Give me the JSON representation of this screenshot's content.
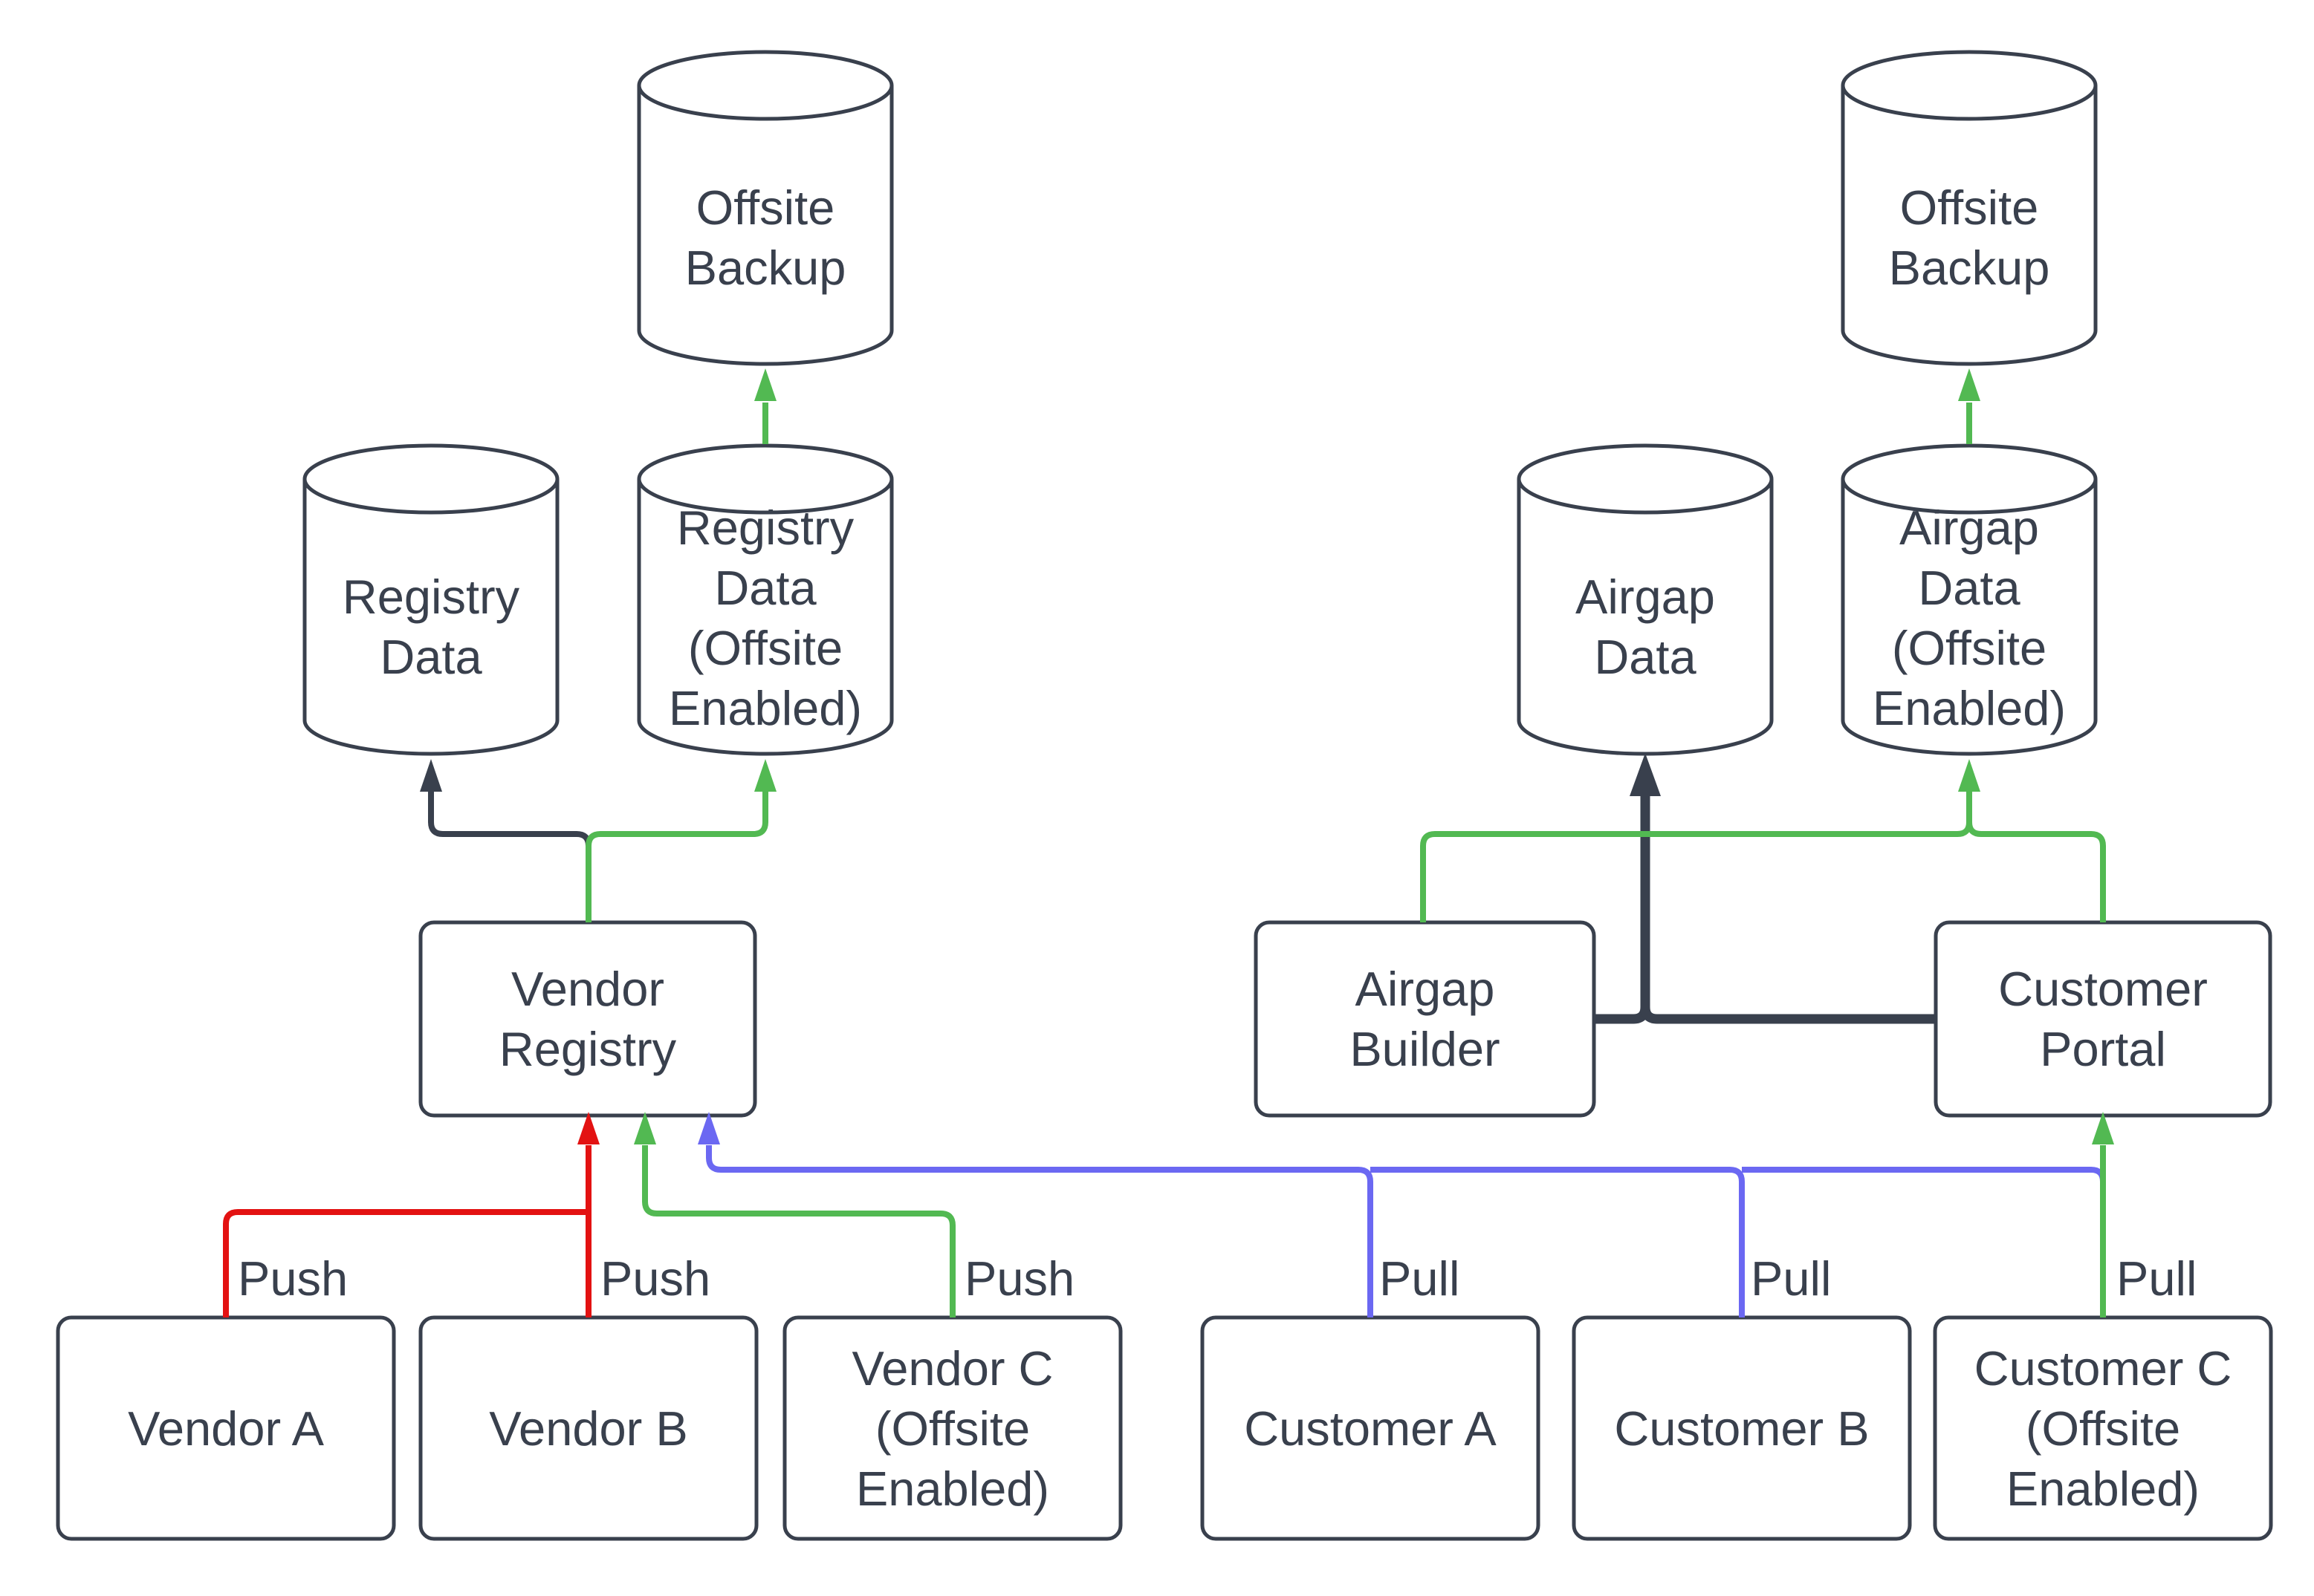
{
  "diagram": {
    "background": "#FFFFFF",
    "colors": {
      "background": "#FFFFFF",
      "shape_fill": "#FFFFFF",
      "dark": "#39404D",
      "red": "#E31212",
      "green": "#52B952",
      "blue": "#6B68F2"
    },
    "nodes": {
      "offsite_backup_left": {
        "label": "Offsite\nBackup"
      },
      "registry_data": {
        "label": "Registry\nData"
      },
      "registry_data_offsite": {
        "label": "Registry\nData\n(Offsite\nEnabled)"
      },
      "offsite_backup_right": {
        "label": "Offsite\nBackup"
      },
      "airgap_data": {
        "label": "Airgap\nData"
      },
      "airgap_data_offsite": {
        "label": "Airgap\nData\n(Offsite\nEnabled)"
      },
      "vendor_registry": {
        "label": "Vendor\nRegistry"
      },
      "airgap_builder": {
        "label": "Airgap\nBuilder"
      },
      "customer_portal": {
        "label": "Customer\nPortal"
      },
      "vendor_a": {
        "label": "Vendor A"
      },
      "vendor_b": {
        "label": "Vendor B"
      },
      "vendor_c": {
        "label": "Vendor C\n(Offsite\nEnabled)"
      },
      "customer_a": {
        "label": "Customer A"
      },
      "customer_b": {
        "label": "Customer B"
      },
      "customer_c": {
        "label": "Customer C\n(Offsite\nEnabled)"
      }
    },
    "edge_labels": {
      "push_vendor_a": "Push",
      "push_vendor_b": "Push",
      "push_vendor_c": "Push",
      "pull_customer_a": "Pull",
      "pull_customer_b": "Pull",
      "pull_customer_c": "Pull"
    }
  }
}
